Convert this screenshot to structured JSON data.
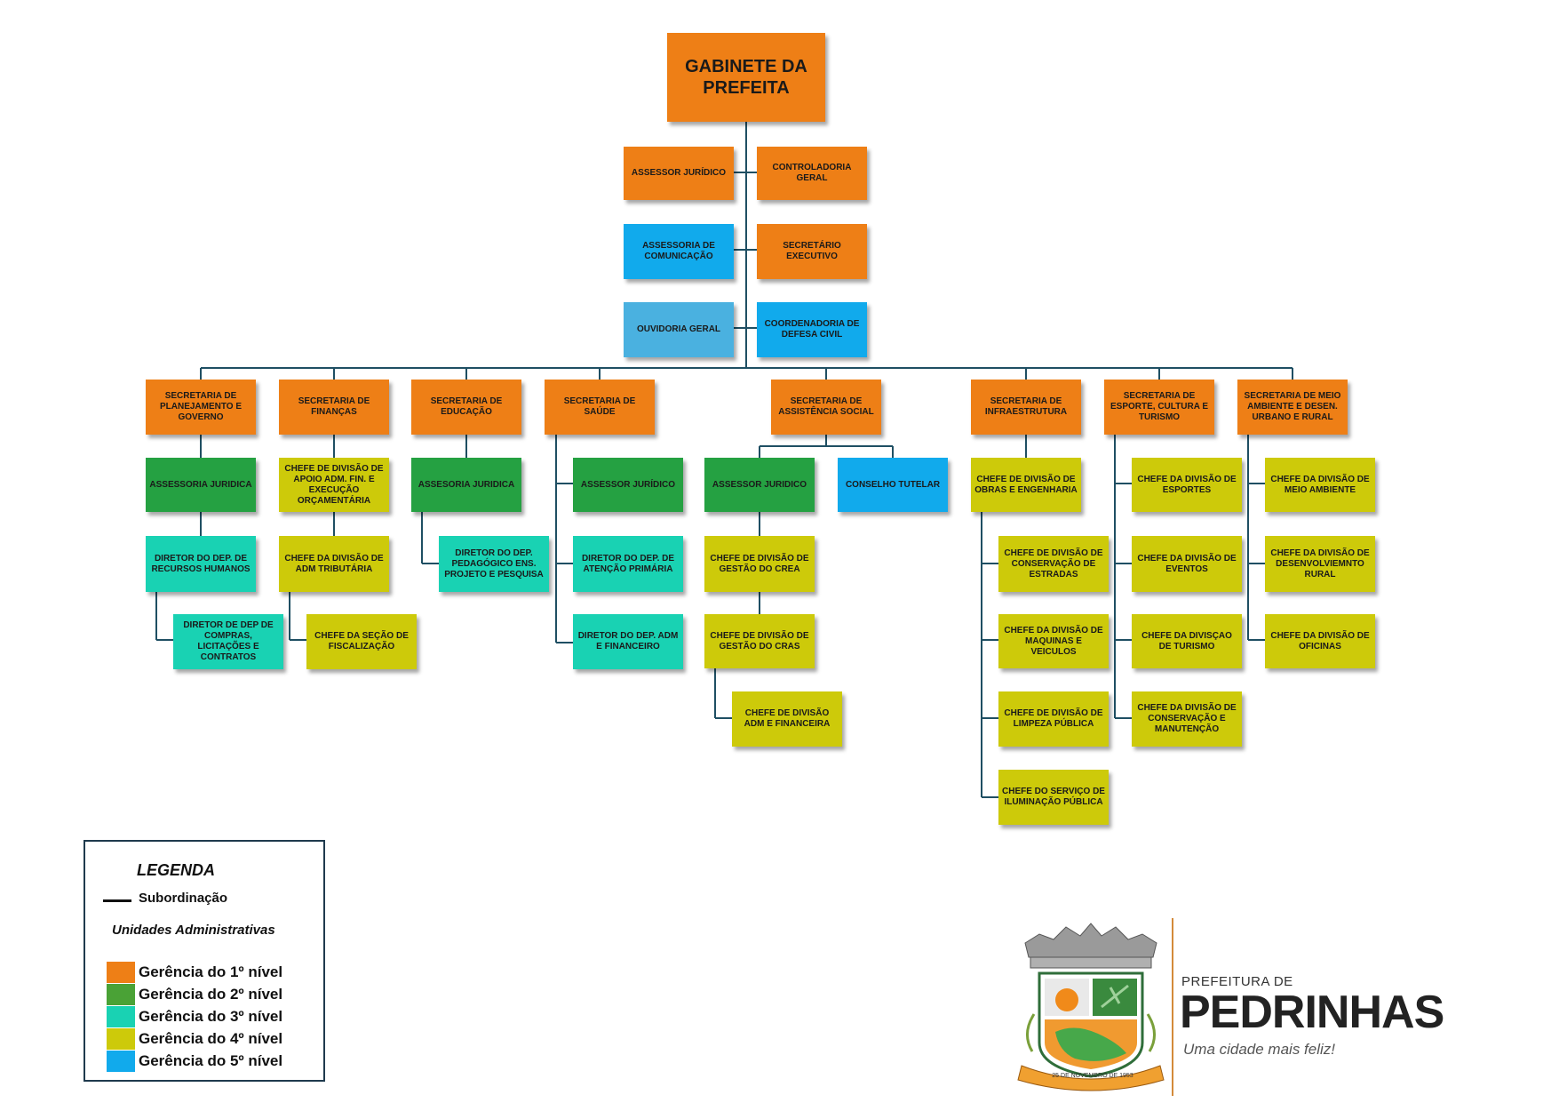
{
  "top": {
    "gabinete": "GABINETE DA PREFEITA"
  },
  "advisors": {
    "assessor_juridico": "ASSESSOR JURÍDICO",
    "controladoria": "CONTROLADORIA GERAL",
    "assessoria_comunicacao": "ASSESSORIA DE COMUNICAÇÃO",
    "secretario_executivo": "SECRETÁRIO EXECUTIVO",
    "ouvidoria": "OUVIDORIA GERAL",
    "defesa_civil": "COORDENADORIA DE DEFESA CIVIL"
  },
  "planejamento": {
    "sec": "SECRETARIA DE PLANEJAMENTO E GOVERNO",
    "assessoria": "ASSESSORIA JURIDICA",
    "rh": "DIRETOR DO DEP. DE RECURSOS HUMANOS",
    "compras": "DIRETOR DE DEP DE COMPRAS, LICITAÇÕES E CONTRATOS"
  },
  "financas": {
    "sec": "SECRETARIA DE FINANÇAS",
    "apoio": "CHEFE DE DIVISÃO DE APOIO ADM. FIN. E EXECUÇÃO ORÇAMENTÁRIA",
    "tributaria": "CHEFE DA DIVISÃO DE ADM TRIBUTÁRIA",
    "fiscalizacao": "CHEFE DA SEÇÃO DE FISCALIZAÇÃO"
  },
  "educacao": {
    "sec": "SECRETARIA DE EDUCAÇÃO",
    "assessoria": "ASSESORIA JURIDICA",
    "pedagogico": "DIRETOR DO DEP. PEDAGÓGICO ENS. PROJETO E PESQUISA"
  },
  "saude": {
    "sec": "SECRETARIA DE SAÚDE",
    "assessor": "ASSESSOR JURÍDICO",
    "atencao": "DIRETOR DO DEP. DE ATENÇÃO PRIMÁRIA",
    "adm": "DIRETOR DO DEP. ADM E FINANCEIRO"
  },
  "assistencia": {
    "sec": "SECRETARIA DE ASSISTÊNCIA SOCIAL",
    "assessor": "ASSESSOR JURIDICO",
    "conselho": "CONSELHO TUTELAR",
    "crea": "CHEFE DE DIVISÃO DE GESTÃO DO CREA",
    "cras": "CHEFE DE DIVISÃO DE GESTÃO DO CRAS",
    "adm": "CHEFE DE DIVISÃO ADM E FINANCEIRA"
  },
  "infraestrutura": {
    "sec": "SECRETARIA DE INFRAESTRUTURA",
    "obras": "CHEFE DE DIVISÃO DE OBRAS E ENGENHARIA",
    "estradas": "CHEFE DE DIVISÃO DE CONSERVAÇÃO DE ESTRADAS",
    "maquinas": "CHEFE DA DIVISÃO DE MAQUINAS E VEICULOS",
    "limpeza": "CHEFE DE DIVISÃO DE LIMPEZA PÚBLICA",
    "iluminacao": "CHEFE DO SERVIÇO DE ILUMINAÇÃO PÚBLICA"
  },
  "esporte": {
    "sec": "SECRETARIA DE ESPORTE, CULTURA E TURISMO",
    "esportes": "CHEFE DA DIVISÃO DE ESPORTES",
    "eventos": "CHEFE DA DIVISÃO DE EVENTOS",
    "turismo": "CHEFE DA DIVISÇAO DE TURISMO",
    "conservacao": "CHEFE DA DIVISÃO DE CONSERVAÇÃO E MANUTENÇÃO"
  },
  "meio_ambiente": {
    "sec": "SECRETARIA DE MEIO AMBIENTE E DESEN. URBANO E RURAL",
    "meio": "CHEFE DA DIVISÃO DE MEIO AMBIENTE",
    "rural": "CHEFE DA DIVISÃO DE DESENVOLVIEMNTO RURAL",
    "oficinas": "CHEFE DA DIVISÃO DE OFICINAS"
  },
  "legend": {
    "title": "LEGENDA",
    "subordinacao": "Subordinação",
    "unidades": "Unidades Administrativas",
    "levels": [
      {
        "label": "Gerência do 1º nível",
        "color": "#ee7f16"
      },
      {
        "label": "Gerência do 2º nível",
        "color": "#25a142"
      },
      {
        "label": "Gerência do 3º nível",
        "color": "#19d2b3"
      },
      {
        "label": "Gerência do 4º nível",
        "color": "#cdca0a"
      },
      {
        "label": "Gerência do 5º nível",
        "color": "#11aaec"
      }
    ]
  },
  "logo": {
    "prefeitura": "PREFEITURA DE",
    "cidade": "PEDRINHAS",
    "slogan": "Uma cidade mais feliz!",
    "date": "25 DE NOVEMBRO DE 1953"
  },
  "colors": {
    "line": "#1f4f63",
    "orange": "#ee7f16",
    "green": "#25a142",
    "teal": "#19d2b3",
    "olive": "#cdca0a",
    "blue": "#11aaec"
  }
}
